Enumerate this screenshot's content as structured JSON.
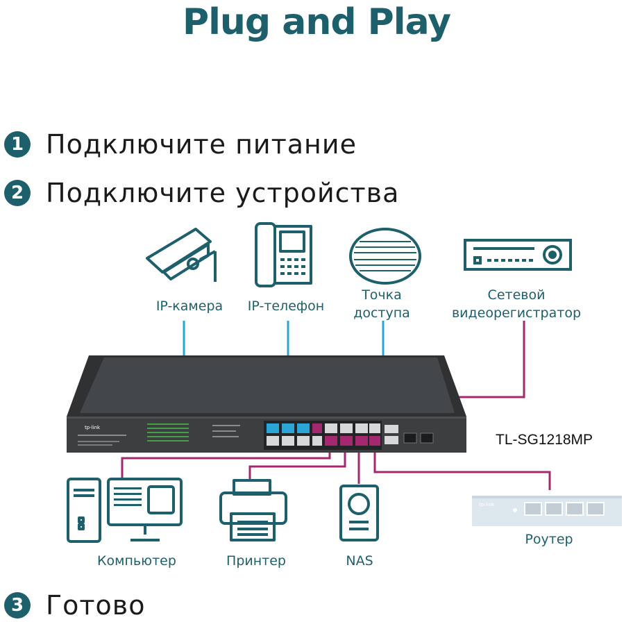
{
  "title": "Plug and Play",
  "steps": [
    {
      "num": "1",
      "text": "Подключите питание"
    },
    {
      "num": "2",
      "text": "Подключите устройства"
    },
    {
      "num": "3",
      "text": "Готово"
    }
  ],
  "top_devices": [
    {
      "icon": "ip-camera-icon",
      "label": "IP-камера"
    },
    {
      "icon": "ip-phone-icon",
      "label": "IP-телефон"
    },
    {
      "icon": "access-point-icon",
      "label_line1": "Точка",
      "label_line2": "доступа"
    },
    {
      "icon": "nvr-icon",
      "label_line1": "Сетевой",
      "label_line2": "видеорегистратор"
    }
  ],
  "switch": {
    "model": "TL-SG1218MP",
    "brand": "tp-link"
  },
  "bottom_devices": [
    {
      "icon": "computer-icon",
      "label": "Компьютер"
    },
    {
      "icon": "printer-icon",
      "label": "Принтер"
    },
    {
      "icon": "nas-icon",
      "label": "NAS"
    },
    {
      "icon": "router-icon",
      "label": "Роутер",
      "brand": "tp-link"
    }
  ],
  "colors": {
    "teal": "#1d5f6b",
    "poe_line": "#2aa5d6",
    "data_line": "#a3286f",
    "switch_body": "#3c3e40"
  }
}
